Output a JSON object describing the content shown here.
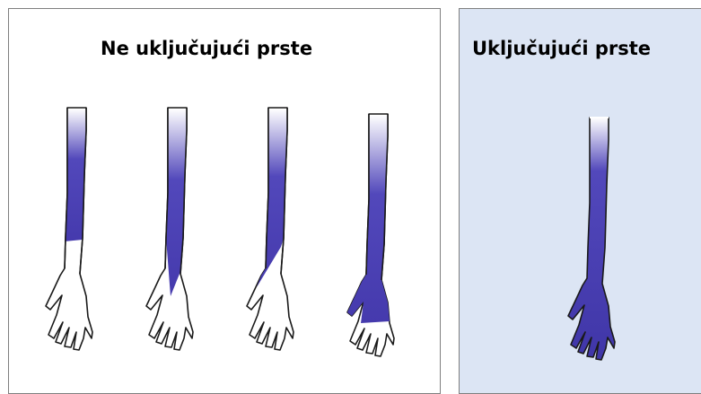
{
  "left_panel": {
    "title": "Ne uključujući prste",
    "arms": [
      {
        "id": "arm-1",
        "coverage": "forearm"
      },
      {
        "id": "arm-2",
        "coverage": "forearm + palm wedge"
      },
      {
        "id": "arm-3",
        "coverage": "forearm + thumb side wedge"
      },
      {
        "id": "arm-4",
        "coverage": "forearm + hand, fingers excluded"
      }
    ]
  },
  "right_panel": {
    "title": "Uključujući prste",
    "arms": [
      {
        "id": "arm-5",
        "coverage": "forearm + hand + fingers"
      }
    ]
  },
  "colors": {
    "sleeve": "#4a3fb0",
    "sleeve_top": "#ffffff",
    "outline": "#1a1a1a",
    "right_panel_bg": "#dce5f4"
  }
}
